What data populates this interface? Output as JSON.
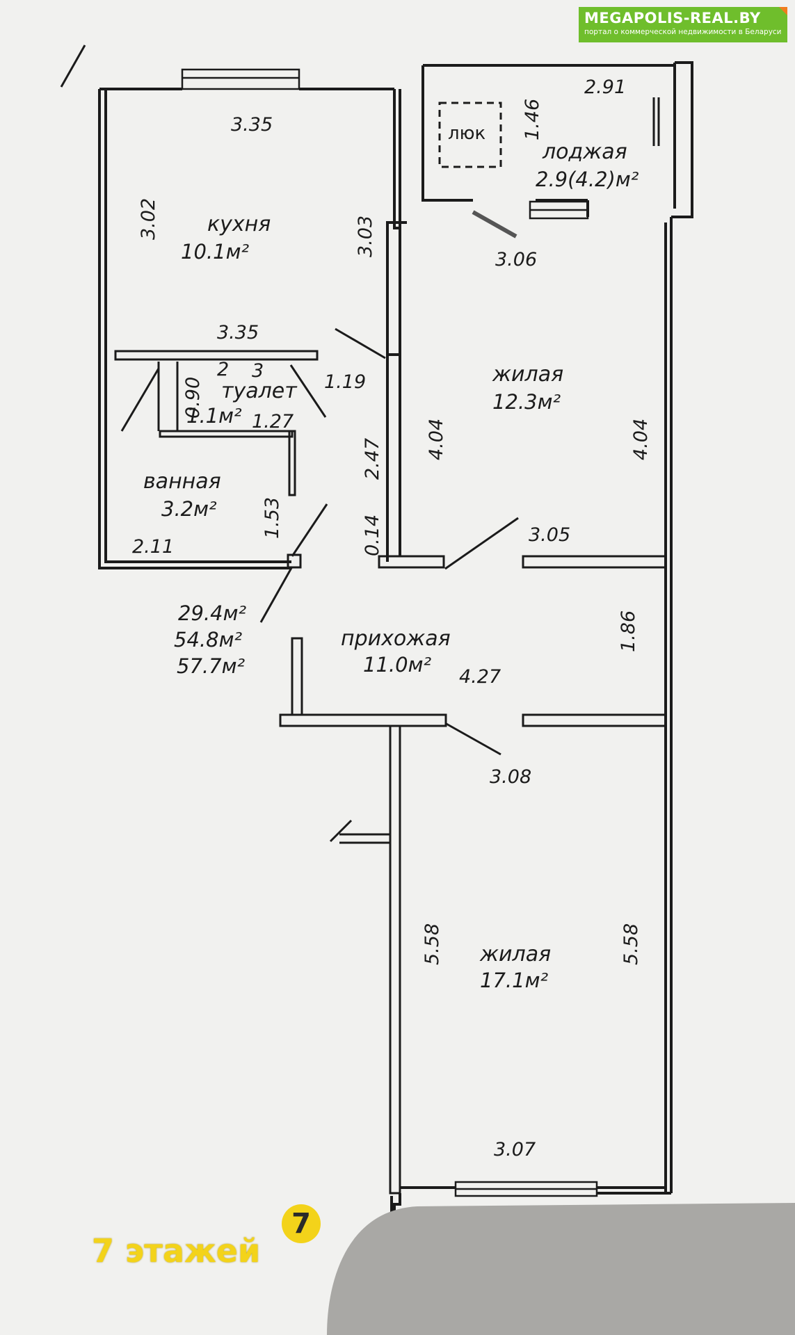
{
  "brand": {
    "name": "MEGAPOLIS-REAL.BY",
    "tagline": "портал о коммерческой недвижимости в Беларуси",
    "color": "#6fbe2c"
  },
  "rooms": {
    "kitchen": {
      "name": "кухня",
      "area": "10.1м²"
    },
    "toilet": {
      "name": "туалет",
      "area": "1.1м²"
    },
    "bath": {
      "name": "ванная",
      "area": "3.2м²"
    },
    "living1": {
      "name": "жилая",
      "area": "12.3м²"
    },
    "living2": {
      "name": "жилая",
      "area": "17.1м²"
    },
    "hall": {
      "name": "прихожая",
      "area": "11.0м²"
    },
    "loggia": {
      "name": "лоджая",
      "area": "2.9(4.2)м²"
    },
    "hatch": {
      "name": "люк"
    }
  },
  "totals": {
    "living": "29.4м²",
    "total": "54.8м²",
    "total_with_loggia": "57.7м²"
  },
  "dims": {
    "kitchen_top": "3.35",
    "kitchen_left": "3.02",
    "kitchen_right": "3.03",
    "kitchen_bottom": "3.35",
    "toilet_a": "0.90",
    "toilet_b": "1.27",
    "toilet_c": "1.19",
    "toilet_2": "2",
    "toilet_3": "3",
    "bath_bottom": "2.11",
    "bath_right": "1.53",
    "corr_247": "2.47",
    "corr_014": "0.14",
    "living1_top": "3.06",
    "living1_left": "4.04",
    "living1_right": "4.04",
    "living1_bottom": "3.05",
    "hall_width": "4.27",
    "hall_height": "1.86",
    "living2_top": "3.08",
    "living2_left": "5.58",
    "living2_right": "5.58",
    "living2_bottom": "3.07",
    "loggia_top": "2.91",
    "loggia_side": "1.46"
  },
  "footer": {
    "floors": "7 этажей",
    "badge": "7"
  }
}
